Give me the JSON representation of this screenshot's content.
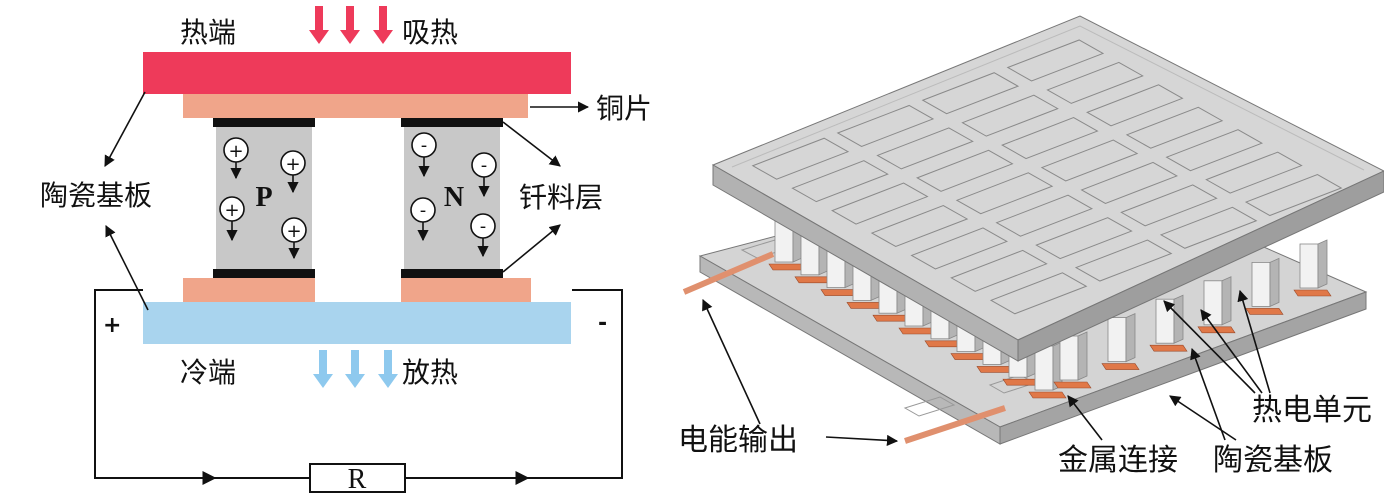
{
  "left": {
    "hot_end": "热端",
    "absorb_heat": "吸热",
    "copper_sheet": "铜片",
    "ceramic_substrate": "陶瓷基板",
    "solder_layer": "钎料层",
    "cold_end": "冷端",
    "release_heat": "放热",
    "p_type": "P",
    "n_type": "N",
    "plus_terminal": "+",
    "minus_terminal": "-",
    "resistor": "R",
    "hole_charge": "+",
    "electron_charge": "-"
  },
  "right": {
    "power_output": "电能输出",
    "thermoelectric_unit": "热电单元",
    "metal_connection": "金属连接",
    "ceramic_substrate": "陶瓷基板"
  },
  "colors": {
    "hot_plate": "#ee3a5a",
    "copper": "#f0a58a",
    "cold_plate": "#a9d4ee",
    "semiconductor": "#c8c8c8",
    "solder": "#111111",
    "hot_arrow": "#ee3a5a",
    "cold_arrow": "#8ec9ee",
    "ceramic_top": "#d4d4d4",
    "ceramic_side": "#a8a8a8",
    "copper_strip": "#e07848"
  }
}
